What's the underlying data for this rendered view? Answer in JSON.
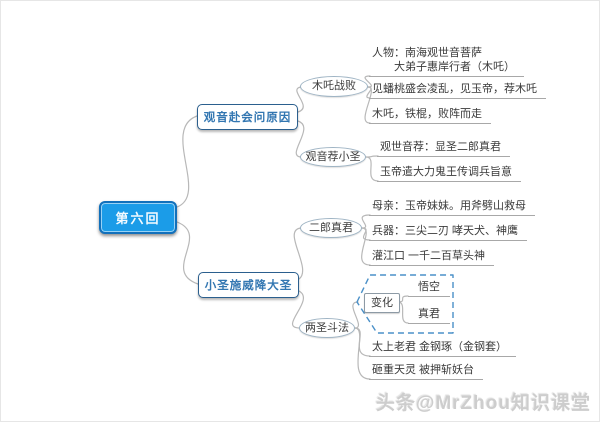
{
  "colors": {
    "root_fill": "#1b9ce8",
    "root_border": "#1170bb",
    "topic_border": "#2b5f8e",
    "topic_text": "#3276b1",
    "connector": "#b8b8b8",
    "dashed_group": "#4a90c8"
  },
  "root": {
    "label": "第六回"
  },
  "branches": [
    {
      "label": "观音赴会问原因",
      "children": [
        {
          "label": "木吒战败",
          "leaves": [
            "人物：南海观世音菩萨\n大弟子惠岸行者（木吒）",
            "见蟠桃盛会凌乱，见玉帝，荐木吒",
            "木吒，铁棍，败阵而走"
          ]
        },
        {
          "label": "观音荐小圣",
          "leaves": [
            "观世音荐：显圣二郎真君",
            "玉帝遣大力鬼王传调兵旨意"
          ]
        }
      ]
    },
    {
      "label": "小圣施威降大圣",
      "children": [
        {
          "label": "二郎真君",
          "leaves": [
            "母亲：玉帝妹妹。用斧劈山救母",
            "兵器：三尖二刃 哮天犬、神鹰",
            "灌江口 一千二百草头神"
          ]
        },
        {
          "label": "两圣斗法",
          "group": {
            "label": "变化",
            "options": [
              "悟空",
              "真君"
            ]
          },
          "leaves": [
            "太上老君 金钢琢（金钢套）",
            "砸重天灵 被押斩妖台"
          ]
        }
      ]
    }
  ],
  "watermark": "头条@MrZhou知识课堂"
}
